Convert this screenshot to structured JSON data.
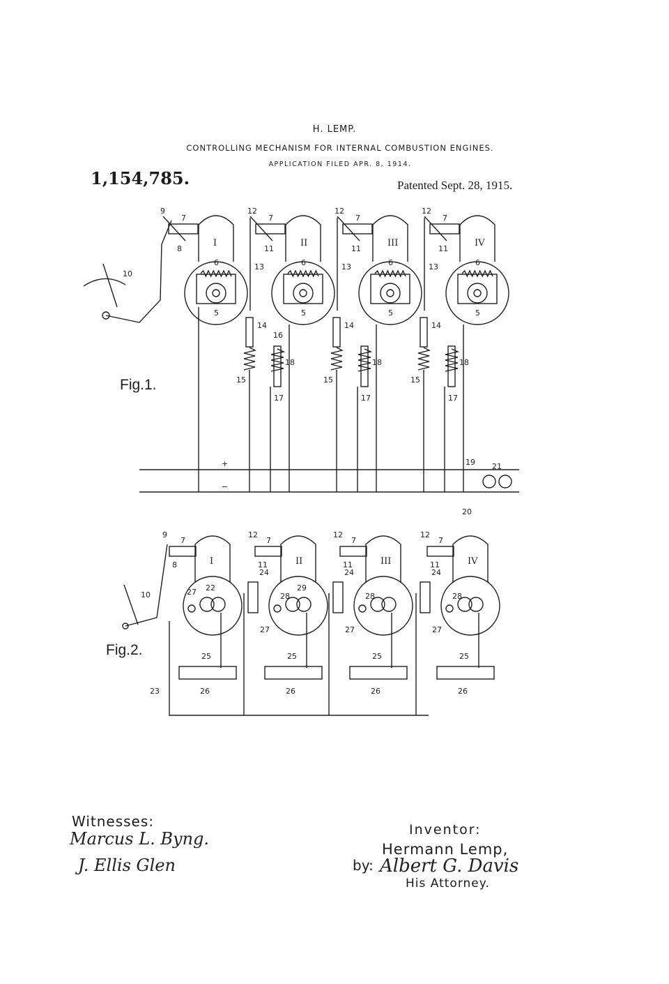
{
  "header": {
    "inventor": "H. LEMP.",
    "title": "CONTROLLING MECHANISM FOR INTERNAL COMBUSTION ENGINES.",
    "filed": "APPLICATION FILED APR. 8, 1914.",
    "patent_number": "1,154,785.",
    "patent_date": "Patented Sept. 28, 1915."
  },
  "figures": {
    "fig1_label": "Fig.1.",
    "fig2_label": "Fig.2.",
    "engine_numerals": [
      "I",
      "II",
      "III",
      "IV"
    ],
    "fig1_polarity": {
      "positive": "+",
      "negative": "−"
    },
    "reference_numerals": {
      "fig1": [
        "5",
        "6",
        "7",
        "8",
        "9",
        "10",
        "11",
        "12",
        "13",
        "14",
        "15",
        "16",
        "17",
        "18",
        "19",
        "20",
        "21"
      ],
      "fig2": [
        "7",
        "8",
        "9",
        "10",
        "11",
        "12",
        "22",
        "23",
        "24",
        "25",
        "26",
        "27",
        "28",
        "29"
      ]
    }
  },
  "signatures": {
    "witnesses_label": "Witnesses:",
    "witness_1": "Marcus L. Byng.",
    "witness_2": "J. Ellis Glen",
    "inventor_label": "Inventor:",
    "inventor_name": "Hermann Lemp,",
    "by_label": "by:",
    "attorney_signature": "Albert G. Davis",
    "attorney_label": "His Attorney."
  }
}
